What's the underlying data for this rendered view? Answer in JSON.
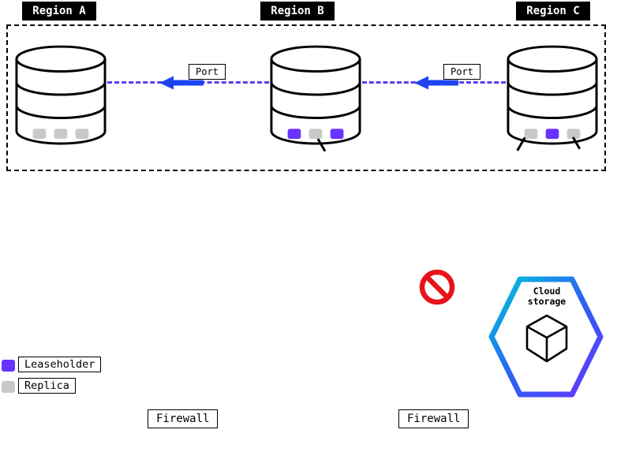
{
  "diagram": {
    "regions": [
      {
        "label": "Region A",
        "nodes": [
          "replica",
          "replica",
          "replica"
        ]
      },
      {
        "label": "Region B",
        "nodes": [
          "leaseholder",
          "replica",
          "leaseholder"
        ]
      },
      {
        "label": "Region C",
        "nodes": [
          "replica",
          "leaseholder",
          "replica"
        ]
      }
    ],
    "connections": [
      {
        "label": "Port",
        "arrow_direction": "left"
      },
      {
        "label": "Port",
        "arrow_direction": "left"
      }
    ],
    "cloud_storage": {
      "label": "Cloud storage",
      "icon": "cube-icon"
    },
    "blocked": {
      "icon": "no-entry-icon"
    },
    "legend": {
      "items": [
        {
          "type": "leaseholder",
          "label": "Leaseholder"
        },
        {
          "type": "replica",
          "label": "Replica"
        }
      ]
    },
    "firewalls": [
      {
        "label": "Firewall"
      },
      {
        "label": "Firewall"
      }
    ],
    "colors": {
      "leaseholder": "#6933ff",
      "replica": "#c9c9c9",
      "dashed_link": "#5b3df5",
      "arrow": "#1e44f0",
      "blocked": "#e81219",
      "hex_gradient": [
        "#00c8d8",
        "#2a63f5",
        "#6933ff"
      ]
    }
  }
}
